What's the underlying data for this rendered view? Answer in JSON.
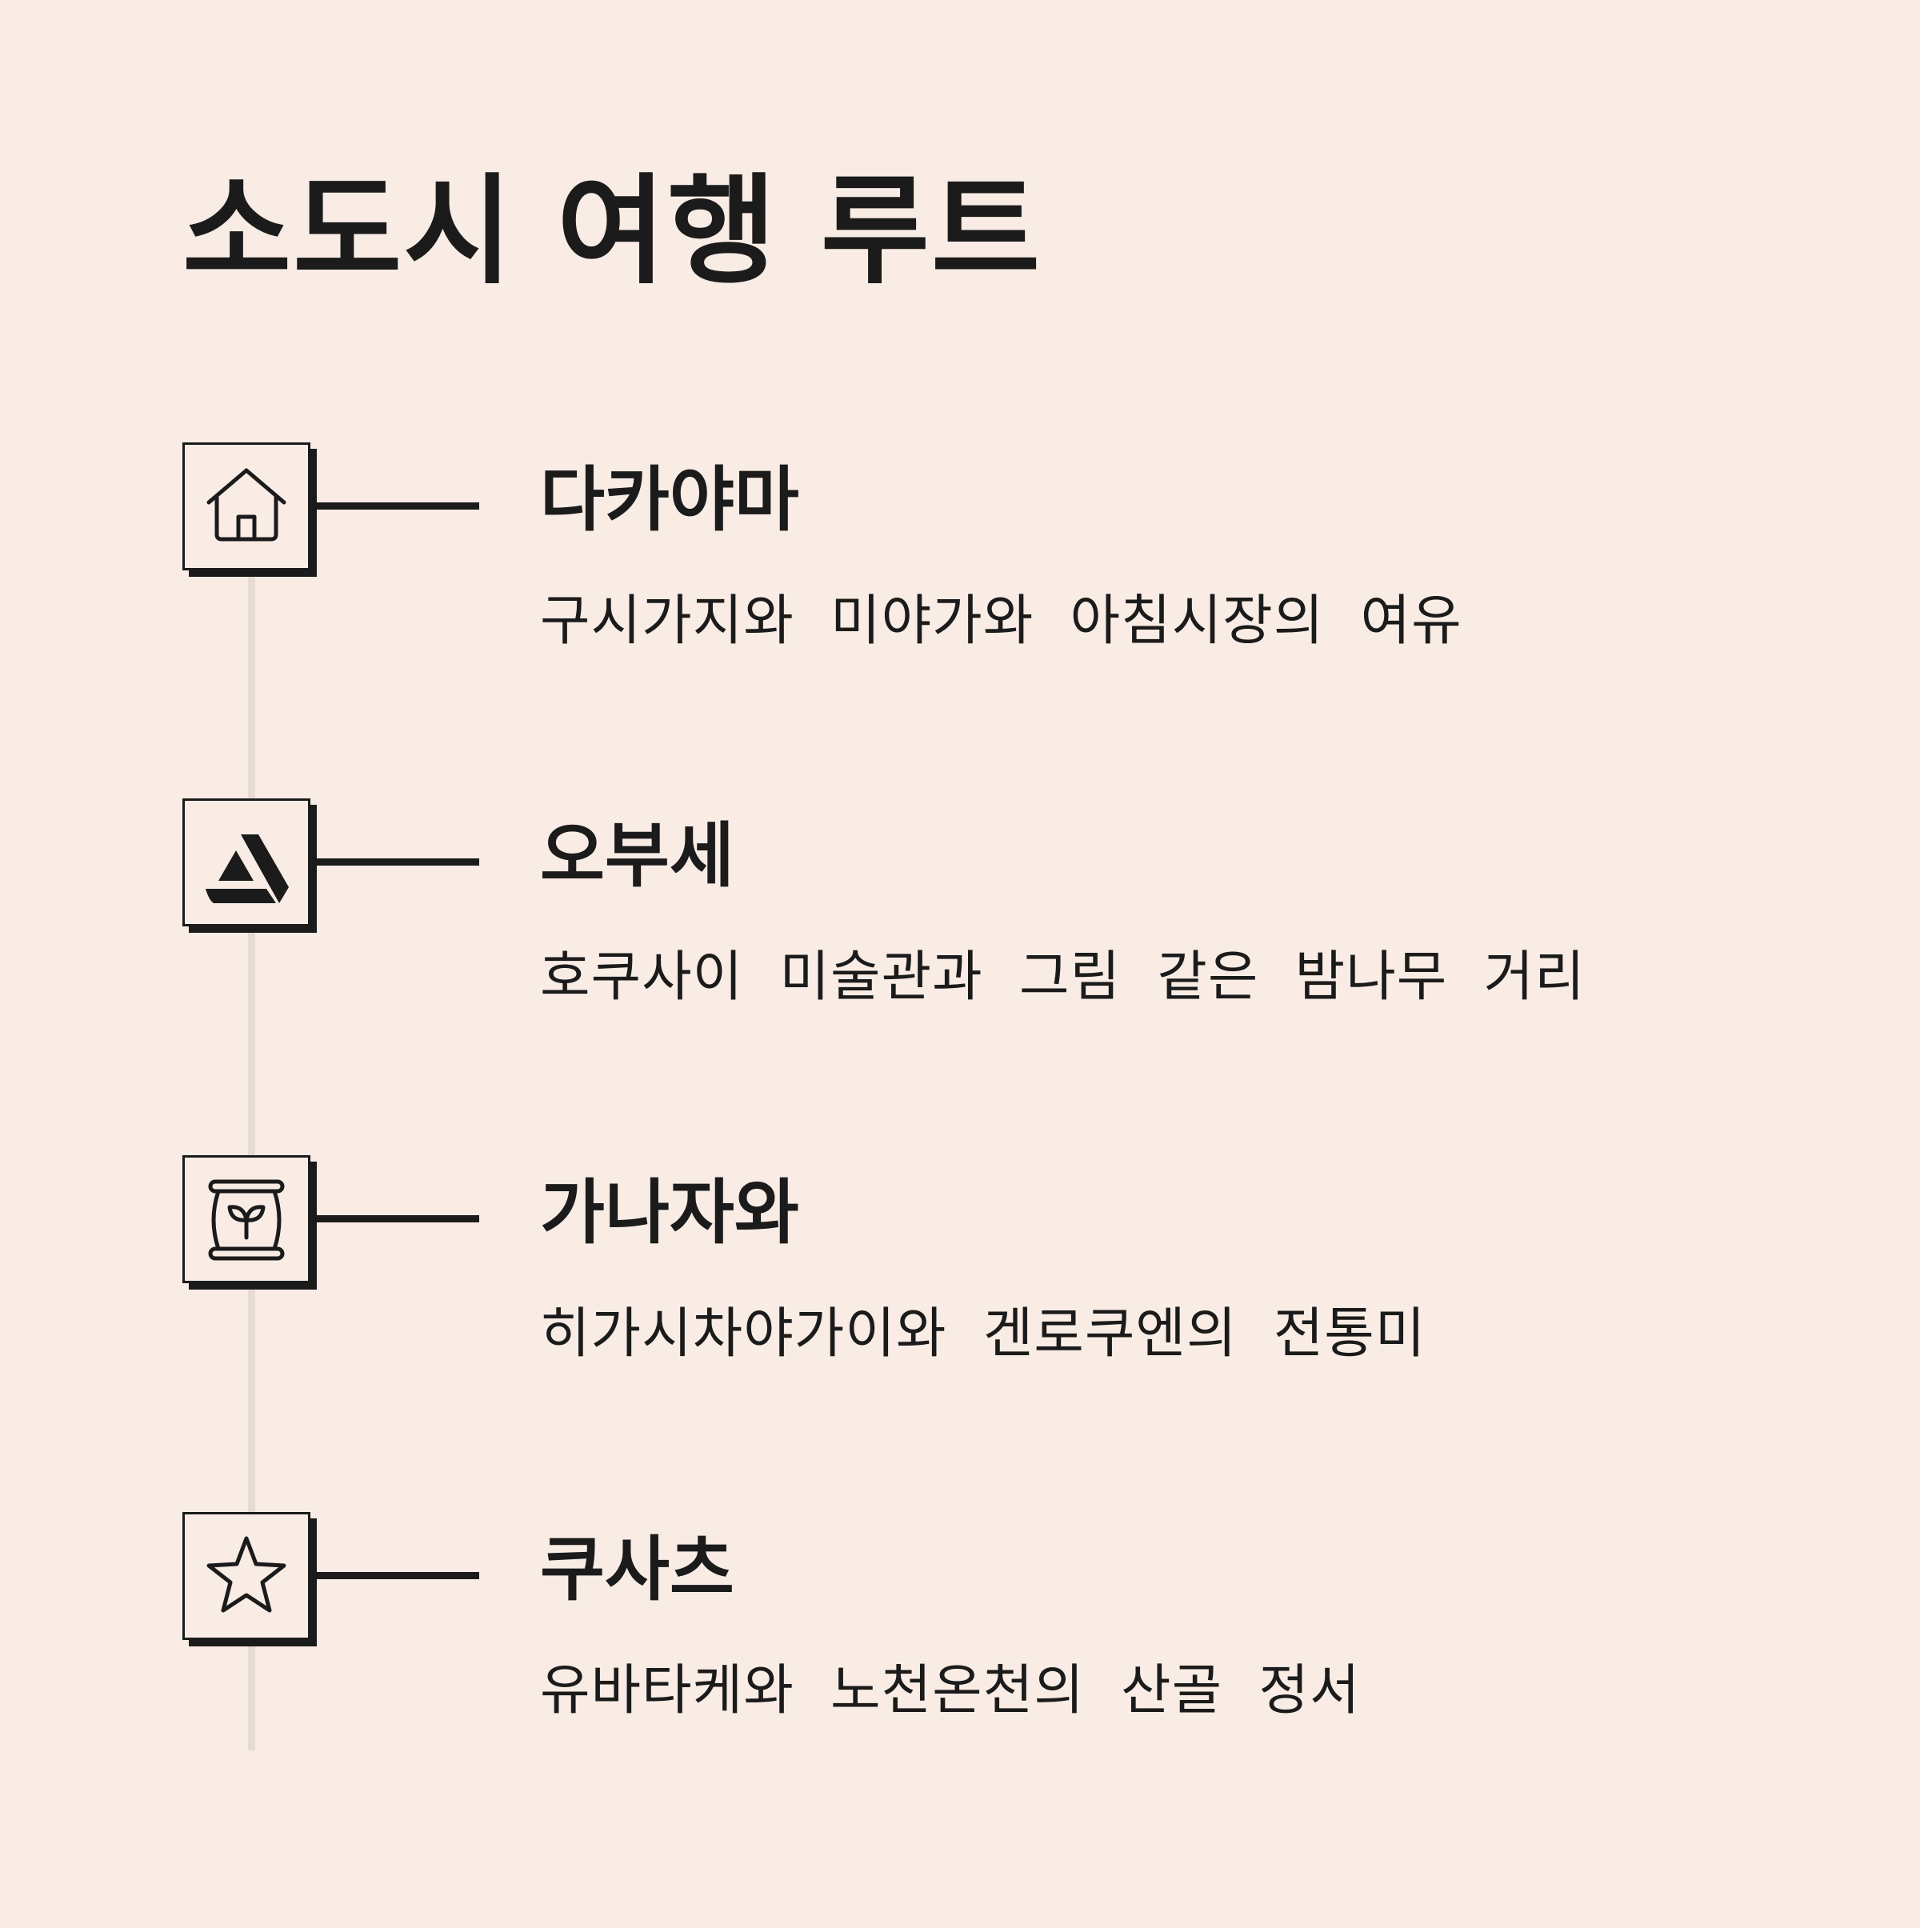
{
  "title": "소도시 여행 루트",
  "colors": {
    "background": "#f9ece5",
    "ink": "#1b1b1b",
    "rail": "#e6dbd3"
  },
  "stops": [
    {
      "name": "다카야마",
      "description": "구시가지와  미야가와  아침시장의  여유",
      "icon": "house-icon"
    },
    {
      "name": "오부세",
      "description": "호쿠사이  미술관과  그림  같은  밤나무  거리",
      "icon": "artstation-logo-icon"
    },
    {
      "name": "가나자와",
      "description": "히가시차야가이와  겐로쿠엔의  전통미",
      "icon": "seed-bag-icon"
    },
    {
      "name": "쿠사츠",
      "description": "유바타케와  노천온천의  산골  정서",
      "icon": "star-icon"
    }
  ]
}
